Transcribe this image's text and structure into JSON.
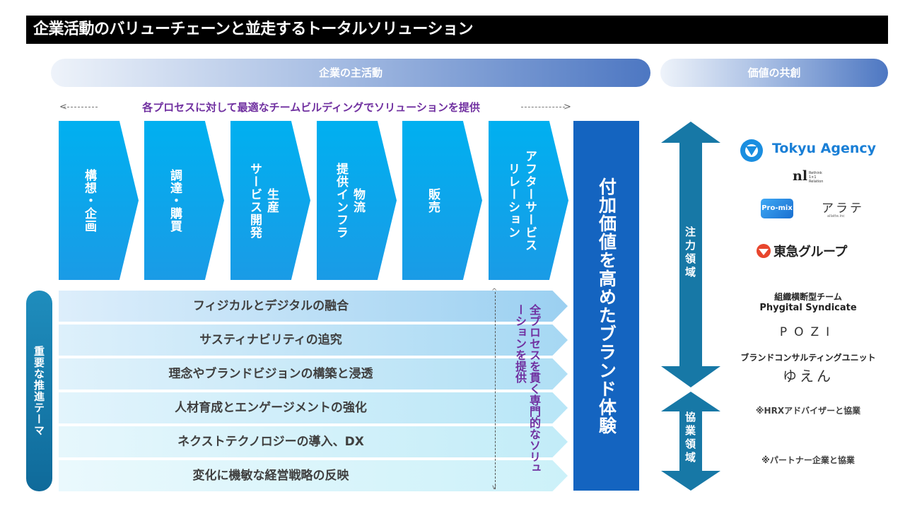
{
  "title": "企業活動のバリューチェーンと並走するトータルソリューション",
  "headers": {
    "main_activities": "企業の主活動",
    "value_cocreation": "価値の共創"
  },
  "banner_note": "各プロセスに対して最適なチームビルディングでソリューションを提供",
  "processes": [
    {
      "lines": [
        "構想・企画"
      ]
    },
    {
      "lines": [
        "調達・購買"
      ]
    },
    {
      "lines": [
        "生産",
        "サービス開発"
      ]
    },
    {
      "lines": [
        "物流",
        "提供インフラ"
      ]
    },
    {
      "lines": [
        "販売"
      ]
    },
    {
      "lines": [
        "アフターサービス",
        "リレーション"
      ]
    }
  ],
  "brand_experience": "付加価値を高めたブランド体験",
  "themes_label": "重要な推進テーマ",
  "themes": [
    "フィジカルとデジタルの融合",
    "サスティナビリティの追究",
    "理念やブランドビジョンの構築と浸透",
    "人材育成とエンゲージメントの強化",
    "ネクストテクノロジーの導入、DX",
    "変化に機敏な経営戦略の反映"
  ],
  "cross_process_note": "全プロセスを貫く専門的なソリューションを提供",
  "focus_area": "注力領域",
  "collab_area": "協業領域",
  "partners": {
    "tokyu_agency": "Tokyu Agency",
    "nl_mark": "nl",
    "nl_small": [
      "Rethink",
      "1×1",
      "Relation"
    ],
    "promix": "Pro-mix",
    "arate": "アラテ",
    "arate_small": "allatte.inc",
    "tokyu_group": "東急グループ",
    "syndicate_line1": "組織横断型チーム",
    "syndicate_line2": "Phygital Syndicate",
    "pozi": "POZI",
    "consulting": "ブランドコンサルティングユニット",
    "yuen": "ゆえん"
  },
  "notes": {
    "hrx": "※HRXアドバイザーと協業",
    "partner": "※パートナー企業と協業"
  },
  "colors": {
    "chevron_blue": "#00b0f0",
    "brand_blue": "#1464c0",
    "teal": "#1f7fa8",
    "purple": "#7030a0"
  }
}
